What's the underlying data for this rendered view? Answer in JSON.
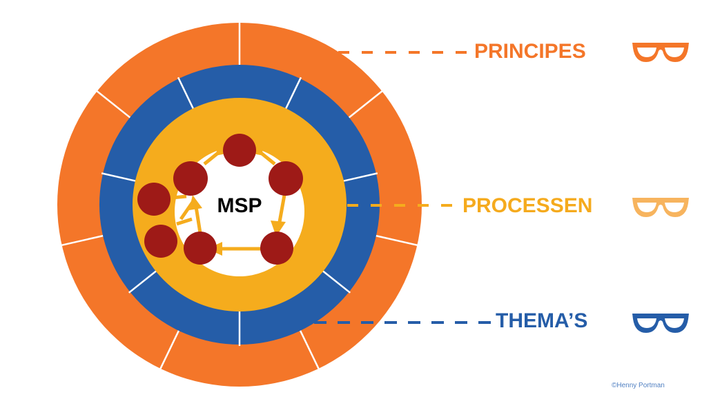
{
  "diagram": {
    "center_label": "MSP",
    "rings": [
      {
        "name": "principes",
        "color": "#f47629",
        "segments": 7
      },
      {
        "name": "themas",
        "color": "#255da8",
        "segments": 7
      },
      {
        "name": "processen",
        "color": "#f5ac1d"
      }
    ],
    "process_node_color": "#9e1a17",
    "process_nodes": 7
  },
  "labels": [
    {
      "text": "PRINCIPES",
      "color": "#f47629",
      "icon": "glasses-icon",
      "icon_color": "#f47629"
    },
    {
      "text": "PROCESSEN",
      "color": "#f5aa1d",
      "icon": "glasses-icon",
      "icon_color": "#f7b45e"
    },
    {
      "text": "THEMA’S",
      "color": "#255da8",
      "icon": "glasses-icon",
      "icon_color": "#255da8"
    }
  ],
  "copyright": "©Henny Portman"
}
